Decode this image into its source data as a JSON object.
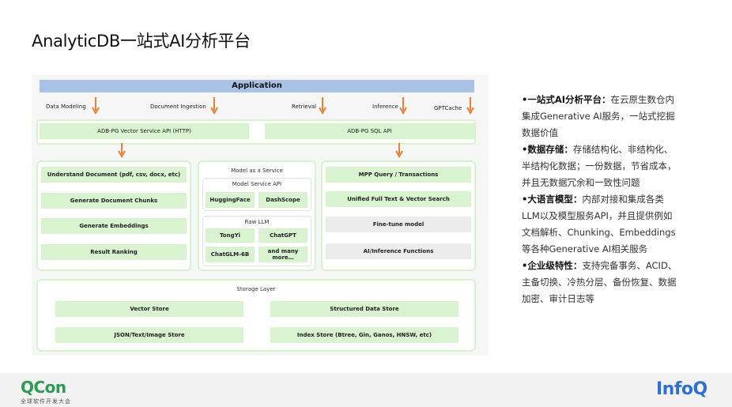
{
  "title": "AnalyticDB一站式AI分析平台",
  "diagram": {
    "application": "Application",
    "inputs": [
      "Data Modeling",
      "Document Ingestion",
      "Retrieval",
      "Inference",
      "GPTCache"
    ],
    "vector_api": "ADB-PG Vector Service API (HTTP)",
    "sql_api": "ADB-PG SQL API",
    "left_boxes": [
      "Understand Document (pdf, csv, docx, etc)",
      "Generate Document Chunks",
      "Generate Embeddings",
      "Result Ranking"
    ],
    "maas": {
      "title": "Model as a Service",
      "msapi_title": "Model Service API",
      "msapi_items": [
        "HuggingFace",
        "DashScope"
      ],
      "raw_title": "Raw LLM",
      "raw_items": [
        "TongYi",
        "ChatGPT",
        "ChatGLM-6B",
        "and many more…"
      ]
    },
    "right_boxes": [
      {
        "label": "MPP Query / Transactions",
        "style": "green"
      },
      {
        "label": "Unified Full Text & Vector Search",
        "style": "green"
      },
      {
        "label": "Fine-tune model",
        "style": "gray"
      },
      {
        "label": "AI/Inference Functions",
        "style": "gray"
      }
    ],
    "storage": {
      "title": "Storage Layer",
      "items": [
        "Vector Store",
        "Structured Data Store",
        "JSON/Text/Image Store",
        "Index Store (Btree, Gin, Ganos, HNSW, etc)"
      ]
    }
  },
  "bullets": [
    {
      "head": "•一站式AI分析平台：",
      "body": "在云原生数仓内集成Generative AI服务，一站式挖掘数据价值"
    },
    {
      "head": "•数据存储：",
      "body": "存储结构化、非结构化、半结构化数据；一份数据，节省成本，并且无数据冗余和一致性问题"
    },
    {
      "head": "•大语言模型：",
      "body": "内部对接和集成各类LLM以及模型服务API，并且提供例如文档解析、Chunking、Embeddings等各种Generative AI相关服务"
    },
    {
      "head": "•企业级特性：",
      "body": "支持完备事务、ACID、主备切换、冷热分层、备份恢复、数据加密、审计日志等"
    }
  ],
  "footer": {
    "qcon": "QCon",
    "qcon_sub": "全球软件开发大会",
    "infoq": "InfoQ"
  },
  "colors": {
    "green_box": "#d9f2d0",
    "app_bar": "#a9c2e6",
    "arrow": "#e8803a",
    "qcon": "#2d9a55",
    "infoq": "#2f6fce"
  }
}
